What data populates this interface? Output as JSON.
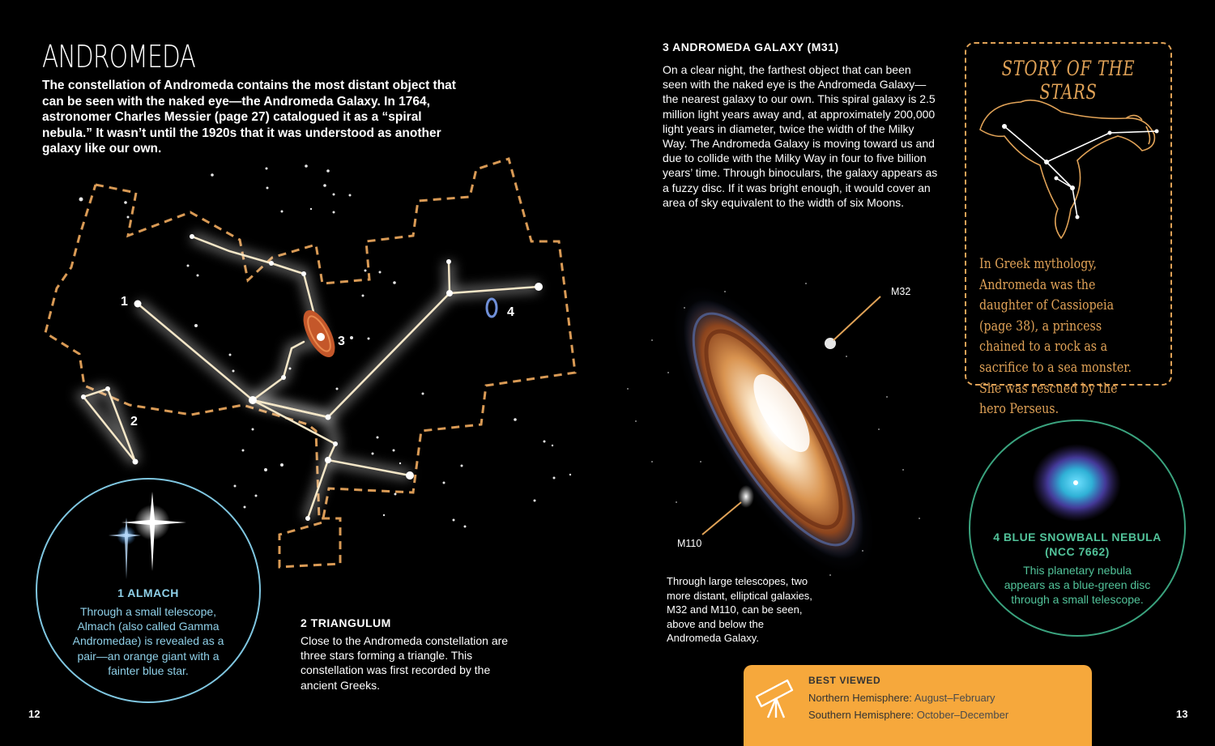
{
  "left": {
    "title": "ANDROMEDA",
    "intro": "The constellation of Andromeda contains the most distant object that can be seen with the naked eye—the Andromeda Galaxy. In 1764, astronomer Charles Messier (page 27) catalogued it as a “spiral nebula.” It wasn’t until the 1920s that it was understood as another galaxy like our own.",
    "markers": [
      "1",
      "2",
      "3",
      "4"
    ],
    "almach": {
      "heading": "1 ALMACH",
      "body": "Through a small telescope, Almach (also called Gamma Andromedae) is revealed as a pair—an orange giant with a fainter blue star."
    },
    "triangulum": {
      "heading": "2 TRIANGULUM",
      "body": "Close to the Andromeda constellation are three stars forming a triangle. This constellation was first recorded by the ancient Greeks."
    },
    "page_number": "12"
  },
  "right": {
    "galaxy": {
      "heading": "3 ANDROMEDA GALAXY (M31)",
      "body": "On a clear night, the farthest object that can been seen with the naked eye is the Andromeda Galaxy—the nearest galaxy to our own. This spiral galaxy is 2.5 million light years away and, at approximately 200,000 light years in diameter, twice the width of the Milky Way. The Andromeda Galaxy is moving toward us and due to collide with the Milky Way in four to five billion years’ time. Through binoculars, the galaxy appears as a fuzzy disc. If it was bright enough, it would cover an area of sky equivalent to the width of six Moons.",
      "m32_label": "M32",
      "m110_label": "M110",
      "telescope_note": "Through large telescopes, two more distant, elliptical galaxies, M32 and M110, can be seen, above and below the Andromeda Galaxy."
    },
    "story": {
      "title": "STORY OF THE STARS",
      "text": "In Greek mythology, Andromeda was the daughter of Cassiopeia (page 38), a princess chained to a rock as a sacrifice to a sea monster. She was rescued by the hero Perseus."
    },
    "snowball": {
      "heading": "4 BLUE SNOWBALL NEBULA (NCC 7662)",
      "body": "This planetary nebula appears as a blue-green disc through a small telescope."
    },
    "best_viewed": {
      "heading": "BEST VIEWED",
      "row1_label": "Northern Hemisphere:",
      "row1_value": "August–February",
      "row2_label": "Southern Hemisphere:",
      "row2_value": "October–December"
    },
    "page_number": "13"
  },
  "colors": {
    "background": "#000000",
    "orange_accent": "#e0a257",
    "almach_blue": "#8fd0e8",
    "snowball_green": "#52c39a",
    "best_viewed_box": "#f6a83c"
  },
  "icons": [
    "telescope-icon"
  ]
}
